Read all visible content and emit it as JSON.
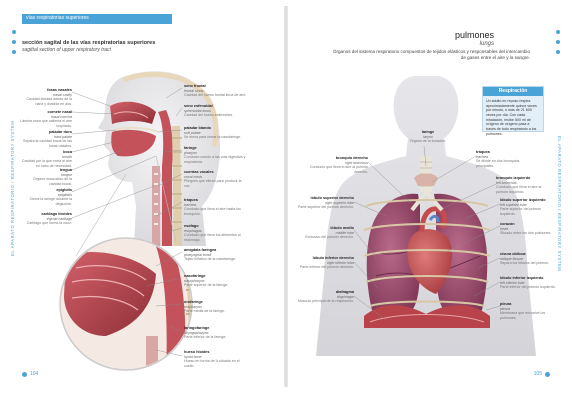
{
  "left_page": {
    "header": "vías respiratorias superiores",
    "section_title": "sección sagital de las vías respiratorias superiores",
    "section_subtitle": "sagittal section of upper respiratory tract",
    "side_label": "EL APARATO RESPIRATORIO / RESPIRATORY SYSTEM",
    "page_number": "104",
    "labels": [
      {
        "es": "fosas nasales",
        "en": "nasal cavity",
        "note": "Cavidad situada detrás de la nariz y dividida en dos."
      },
      {
        "es": "cornete nasal",
        "en": "nasal concha",
        "note": "Lámina ósea que calienta el aire inspirado."
      },
      {
        "es": "paladar duro",
        "en": "hard palate",
        "note": "Separa la cavidad bucal de las fosas nasales."
      },
      {
        "es": "boca",
        "en": "mouth",
        "note": "Cavidad por la que entra el aire en caso de necesidad."
      },
      {
        "es": "lengua",
        "en": "tongue",
        "note": "Órgano musculoso de la cavidad bucal."
      },
      {
        "es": "epiglotis",
        "en": "epiglottis",
        "note": "Cierra la laringe durante la deglución."
      },
      {
        "es": "cartílago tiroides",
        "en": "thyroid cartilage",
        "note": "Cartílago que forma la nuez."
      },
      {
        "es": "seno frontal",
        "en": "frontal sinus",
        "note": "Cavidad del hueso frontal llena de aire."
      },
      {
        "es": "seno esfenoidal",
        "en": "sphenoidal sinus",
        "note": "Cavidad del hueso esfenoides."
      },
      {
        "es": "paladar blando",
        "en": "soft palate",
        "note": "Se eleva para cerrar la nasofaringe."
      },
      {
        "es": "faringe",
        "en": "pharynx",
        "note": "Conducto común a las vías digestiva y respiratoria."
      },
      {
        "es": "cuerdas vocales",
        "en": "vocal cords",
        "note": "Pliegues que vibran para producir la voz."
      },
      {
        "es": "tráquea",
        "en": "trachea",
        "note": "Conducto que lleva el aire hasta los bronquios."
      },
      {
        "es": "esófago",
        "en": "esophagus",
        "note": "Conducto que lleva los alimentos al estómago."
      },
      {
        "es": "amígdala faríngea",
        "en": "pharyngeal tonsil",
        "note": "Tejido linfático de la nasofaringe."
      },
      {
        "es": "nasofaringe",
        "en": "nasopharynx",
        "note": "Parte superior de la faringe."
      },
      {
        "es": "orofaringe",
        "en": "oropharynx",
        "note": "Parte media de la faringe."
      },
      {
        "es": "laringofaringe",
        "en": "laryngopharynx",
        "note": "Parte inferior de la faringe."
      },
      {
        "es": "hueso hioides",
        "en": "hyoid bone",
        "note": "Hueso en forma de U situado en el cuello."
      }
    ]
  },
  "right_page": {
    "title": "pulmones",
    "subtitle": "lungs",
    "description": "Órganos del sistema respiratorio compuestos de tejidos elásticos y responsables del intercambio de gases entre el aire y la sangre.",
    "side_label": "EL APARATO RESPIRATORIO / RESPIRATORY SYSTEM",
    "page_number": "105",
    "infobox": {
      "title": "Respiración",
      "text": "Un adulto en reposo respira aproximadamente quince veces por minuto, o más de 21 600 veces por día. Con cada inhalación, recibe 500 ml de oxígeno de oxígeno pasa a través de todo respiratorio a los pulmones."
    },
    "labels": [
      {
        "es": "laringe",
        "en": "larynx",
        "note": "Órgano de la fonación."
      },
      {
        "es": "bronquio derecho",
        "en": "right bronchus",
        "note": "Conducto que lleva el aire al pulmón derecho."
      },
      {
        "es": "lóbulo superior derecho",
        "en": "right superior lobe",
        "note": "Parte superior del pulmón derecho."
      },
      {
        "es": "lóbulo medio",
        "en": "middle lobe",
        "note": "Exclusivo del pulmón derecho."
      },
      {
        "es": "lóbulo inferior derecho",
        "en": "right inferior lobe",
        "note": "Parte inferior del pulmón derecho."
      },
      {
        "es": "diafragma",
        "en": "diaphragm",
        "note": "Músculo principal de la respiración."
      },
      {
        "es": "tráquea",
        "en": "trachea",
        "note": "Se divide en dos bronquios principales."
      },
      {
        "es": "bronquio izquierdo",
        "en": "left bronchus",
        "note": "Conducto que lleva el aire al pulmón izquierdo."
      },
      {
        "es": "lóbulo superior izquierdo",
        "en": "left superior lobe",
        "note": "Parte superior del pulmón izquierdo."
      },
      {
        "es": "corazón",
        "en": "heart",
        "note": "Situado entre los dos pulmones."
      },
      {
        "es": "cisura oblicua",
        "en": "oblique fissure",
        "note": "Separa los lóbulos del pulmón."
      },
      {
        "es": "lóbulo inferior izquierdo",
        "en": "left inferior lobe",
        "note": "Parte inferior del pulmón izquierdo."
      },
      {
        "es": "pleura",
        "en": "pleura",
        "note": "Membrana que envuelve los pulmones."
      }
    ]
  },
  "colors": {
    "accent": "#4aa3d6",
    "lung": "#9b4f6e",
    "muscle": "#b8434a",
    "skin": "#e9e9ec"
  }
}
